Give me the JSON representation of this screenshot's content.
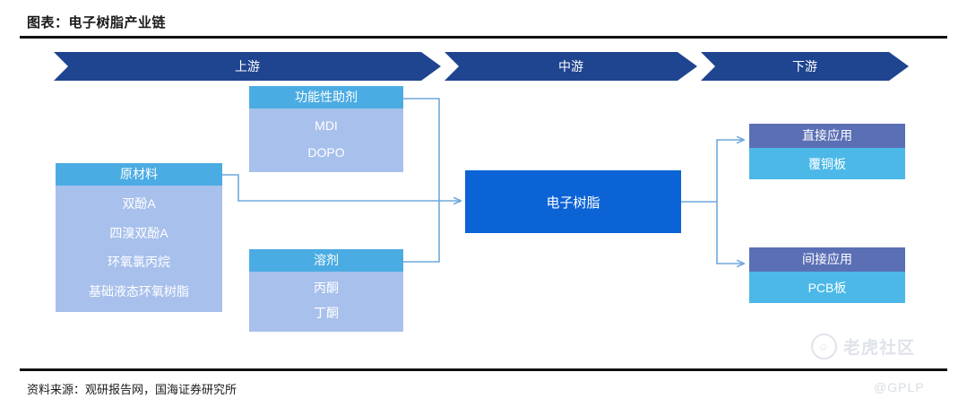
{
  "figure": {
    "title": "图表：电子树脂产业链",
    "source": "资料来源：观研报告网，国海证券研究所"
  },
  "banners": [
    {
      "label": "上游"
    },
    {
      "label": "中游"
    },
    {
      "label": "下游"
    }
  ],
  "nodes": {
    "raw_materials": {
      "header": "原材料",
      "items": [
        "双酚A",
        "四溴双酚A",
        "环氧氯丙烷",
        "基础液态环氧树脂"
      ]
    },
    "functional_additives": {
      "header": "功能性助剂",
      "items": [
        "MDI",
        "DOPO"
      ]
    },
    "solvents": {
      "header": "溶剂",
      "items": [
        "丙酮",
        "丁酮"
      ]
    },
    "center": {
      "label": "电子树脂"
    },
    "direct_application": {
      "header": "直接应用",
      "item": "覆铜板"
    },
    "indirect_application": {
      "header": "间接应用",
      "item": "PCB板"
    }
  },
  "watermark": {
    "brand": "老虎社区",
    "handle": "@GPLP",
    "logo_icon": "tiger-circle-icon"
  },
  "colors": {
    "banner_navy": "#1F4490",
    "header_cyan": "#4BACE3",
    "body_periwinkle": "#A8C0EC",
    "center_blue": "#0B63D6",
    "app_header_slate": "#5B6FB5",
    "app_body_cyan": "#4BB8E8",
    "wire_blue": "#6FA8DC",
    "rule_black": "#111111"
  }
}
